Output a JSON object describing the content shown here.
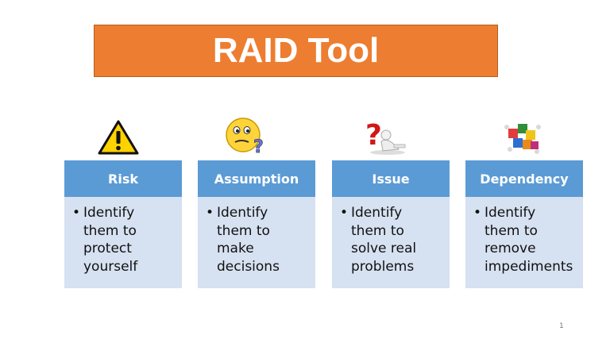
{
  "title": "RAID Tool",
  "page_number": "1",
  "columns": [
    {
      "key": "risk",
      "icon": "warning-icon",
      "heading": "Risk",
      "bullet": "•",
      "text": "Identify\nthem to\nprotect\nyourself"
    },
    {
      "key": "assumption",
      "icon": "confused-face-icon",
      "heading": "Assumption",
      "bullet": "•",
      "text": "Identify\nthem to\nmake\ndecisions"
    },
    {
      "key": "issue",
      "icon": "question-person-icon",
      "heading": "Issue",
      "bullet": "•",
      "text": "Identify\nthem to\nsolve real\nproblems"
    },
    {
      "key": "dependency",
      "icon": "puzzle-people-icon",
      "heading": "Dependency",
      "bullet": "•",
      "text": "Identify\nthem to\nremove\nimpediments"
    }
  ],
  "colors": {
    "title_bg": "#ed7d31",
    "header_bg": "#5b9bd5",
    "body_bg": "#d6e1f1"
  }
}
